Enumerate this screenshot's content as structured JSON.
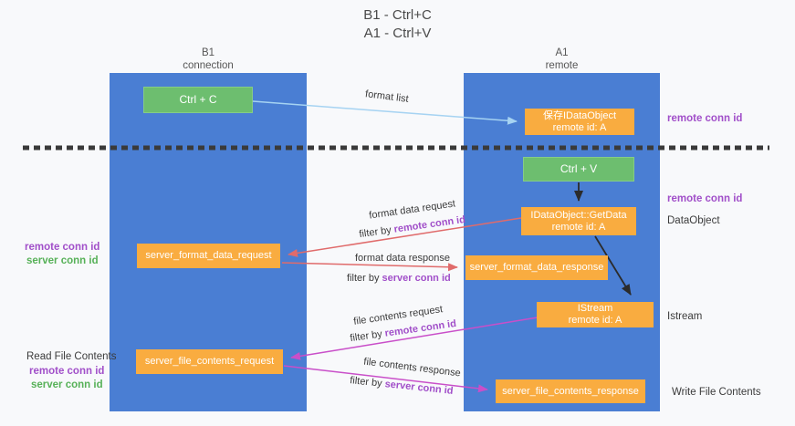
{
  "title": {
    "line1": "B1 - Ctrl+C",
    "line2": "A1 - Ctrl+V"
  },
  "columns": {
    "left": {
      "header_line1": "B1",
      "header_line2": "connection"
    },
    "right": {
      "header_line1": "A1",
      "header_line2": "remote"
    }
  },
  "boxes": {
    "ctrl_c": "Ctrl + C",
    "ctrl_v": "Ctrl + V",
    "save_idataobject": {
      "line1": "保存IDataObject",
      "line2": "remote id: A"
    },
    "getdata": {
      "line1": "IDataObject::GetData",
      "line2": "remote id: A"
    },
    "istream": {
      "line1": "IStream",
      "line2": "remote id: A"
    },
    "server_format_data_request": "server_format_data_request",
    "server_format_data_response": "server_format_data_response",
    "server_file_contents_request": "server_file_contents_request",
    "server_file_contents_response": "server_file_contents_response"
  },
  "arrow_captions": {
    "format_list": "format list",
    "format_data_request": "format data request",
    "format_data_response": "format data response",
    "file_contents_request": "file contents request",
    "file_contents_response": "file contents response",
    "filter_by_prefix": "filter by",
    "remote_conn_id": "remote conn id",
    "server_conn_id": "server conn id"
  },
  "side_labels": {
    "right_remote_conn_id_top": "remote conn id",
    "right_remote_conn_id_mid": "remote conn id",
    "dataobject": "DataObject",
    "istream": "Istream",
    "write_file_contents": "Write File Contents",
    "left_remote_conn_id_top": "remote conn id",
    "left_server_conn_id_top": "server conn id",
    "read_file_contents": "Read File Contents",
    "left_remote_conn_id_bottom": "remote conn id",
    "left_server_conn_id_bottom": "server conn id"
  },
  "colors": {
    "column_blue": "#4a7ed3",
    "box_green": "#6dbe6f",
    "box_orange": "#f9ac40",
    "purple": "#a14fc9",
    "green_text": "#57b158",
    "arrow_blue": "#a6d3f2",
    "arrow_red": "#e06b6b",
    "arrow_magenta": "#c94fc9",
    "arrow_black": "#2b2b2b",
    "dashed_line": "#3a3a3a",
    "background": "#f8f9fb",
    "text_dark": "#4a4a4a"
  }
}
